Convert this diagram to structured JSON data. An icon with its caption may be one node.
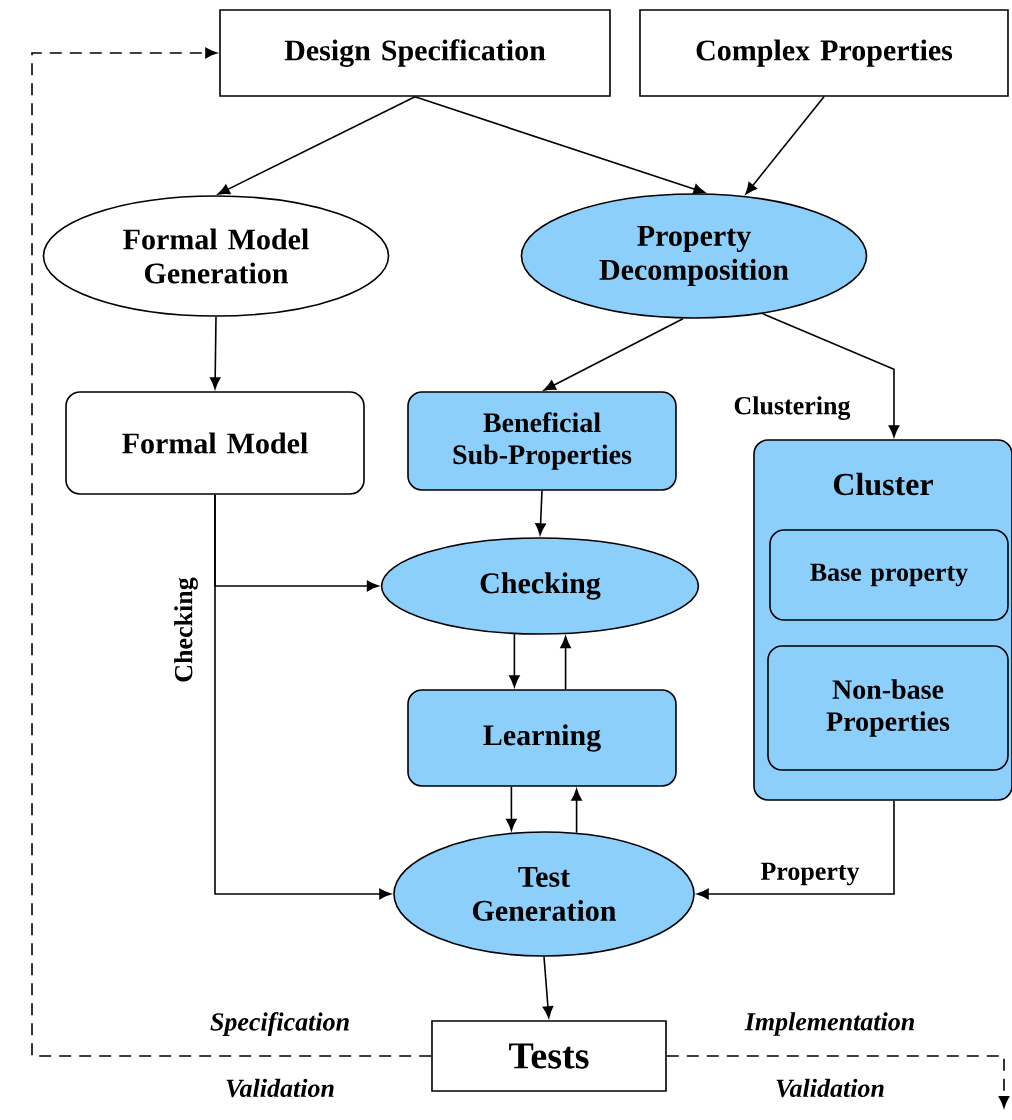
{
  "diagram": {
    "nodes": [
      {
        "text": [
          "Design Specification"
        ]
      },
      {
        "text": [
          "Complex Properties"
        ]
      },
      {
        "text": [
          "Formal Model Generation"
        ]
      },
      {
        "text": [
          "Property Decomposition"
        ]
      },
      {
        "text": [
          "Formal Model"
        ]
      },
      {
        "text": [
          "Beneficial Sub-Properties"
        ]
      },
      {
        "text": [
          "Cluster"
        ]
      },
      {
        "text": [
          "Base property"
        ],
        "in": 6
      },
      {
        "text": [
          "Non-base Properties"
        ],
        "in": 6
      },
      {
        "text": [
          "Checking"
        ]
      },
      {
        "text": [
          "Learning"
        ]
      },
      {
        "text": [
          "Test Generation"
        ]
      },
      {
        "text": [
          "Tests"
        ]
      }
    ],
    "edges": [
      {
        "from": 0,
        "to": 2,
        "arrow": "to"
      },
      {
        "from": 0,
        "to": 3,
        "arrow": "to"
      },
      {
        "from": 1,
        "to": 3,
        "arrow": "to"
      },
      {
        "from": 2,
        "to": 4,
        "arrow": "to"
      },
      {
        "from": 3,
        "to": 5,
        "arrow": "to"
      },
      {
        "from": 3,
        "to": 6,
        "arrow": "to",
        "label": "Clustering"
      },
      {
        "from": 5,
        "to": 9,
        "arrow": "to"
      },
      {
        "from": 4,
        "to": 9,
        "arrow": "to",
        "label": "Checking"
      },
      {
        "from": 4,
        "to": 11,
        "arrow": "to"
      },
      {
        "from": 9,
        "to": 10,
        "arrow": "to"
      },
      {
        "from": 10,
        "to": 9,
        "arrow": "to"
      },
      {
        "from": 10,
        "to": 11,
        "arrow": "to"
      },
      {
        "from": 11,
        "to": 10,
        "arrow": "to"
      },
      {
        "from": 6,
        "to": 11,
        "arrow": "to",
        "label": "Property"
      },
      {
        "from": 11,
        "to": 12,
        "arrow": "to"
      },
      {
        "from": 12,
        "to": 0,
        "arrow": "to",
        "style": "dashed"
      },
      {
        "from": 12,
        "to": null,
        "arrow": "to",
        "style": "dashed"
      }
    ],
    "labels": [
      "Specification",
      "Validation",
      "Implementation",
      "Validation"
    ]
  }
}
